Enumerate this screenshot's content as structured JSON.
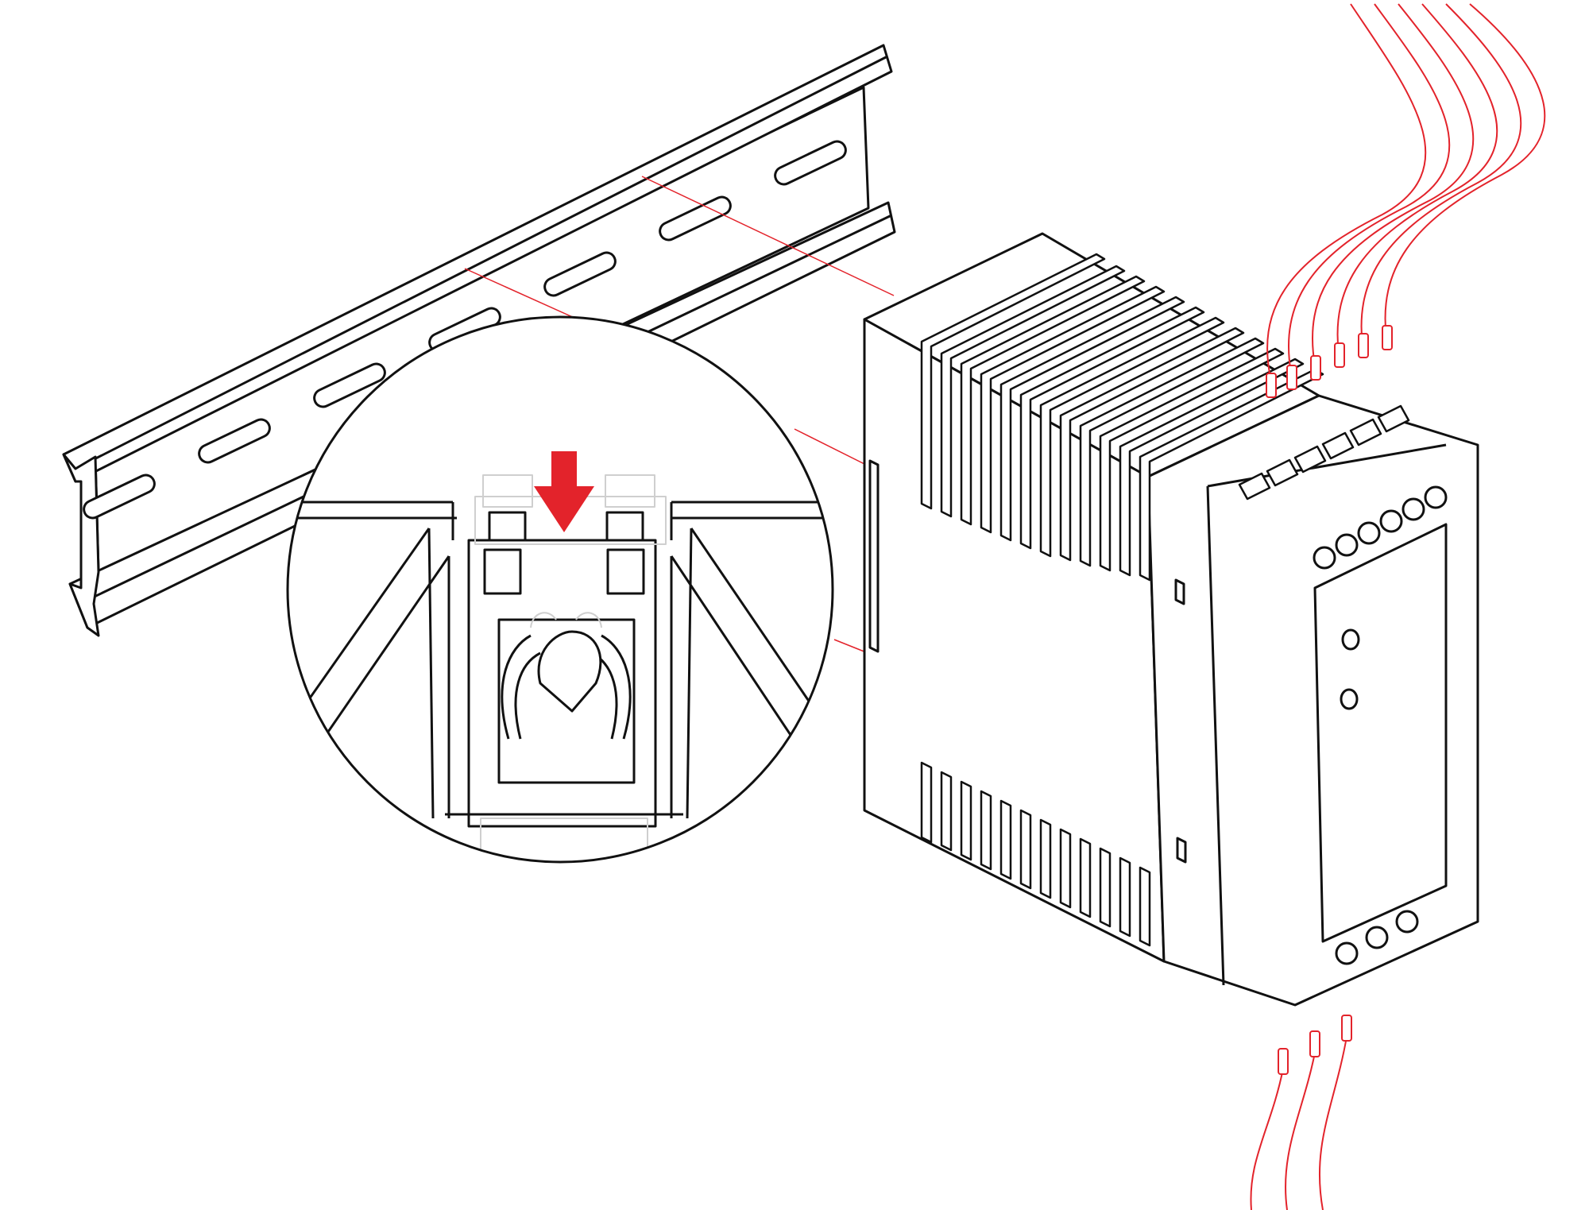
{
  "figure": {
    "background": "#ffffff",
    "line_color": "#111111",
    "accent_color": "#e3232b",
    "faint_color": "#cfcfcf",
    "components": [
      "din-rail",
      "power-supply-module",
      "detail-magnifier",
      "press-direction-arrow",
      "input-wires",
      "output-wires"
    ],
    "rail_slot_count": 7,
    "top_terminal_count": 6,
    "bottom_terminal_count": 3,
    "top_wire_count": 6,
    "bottom_wire_count": 3,
    "led_indicator_count": 2,
    "arrow_direction": "down"
  }
}
